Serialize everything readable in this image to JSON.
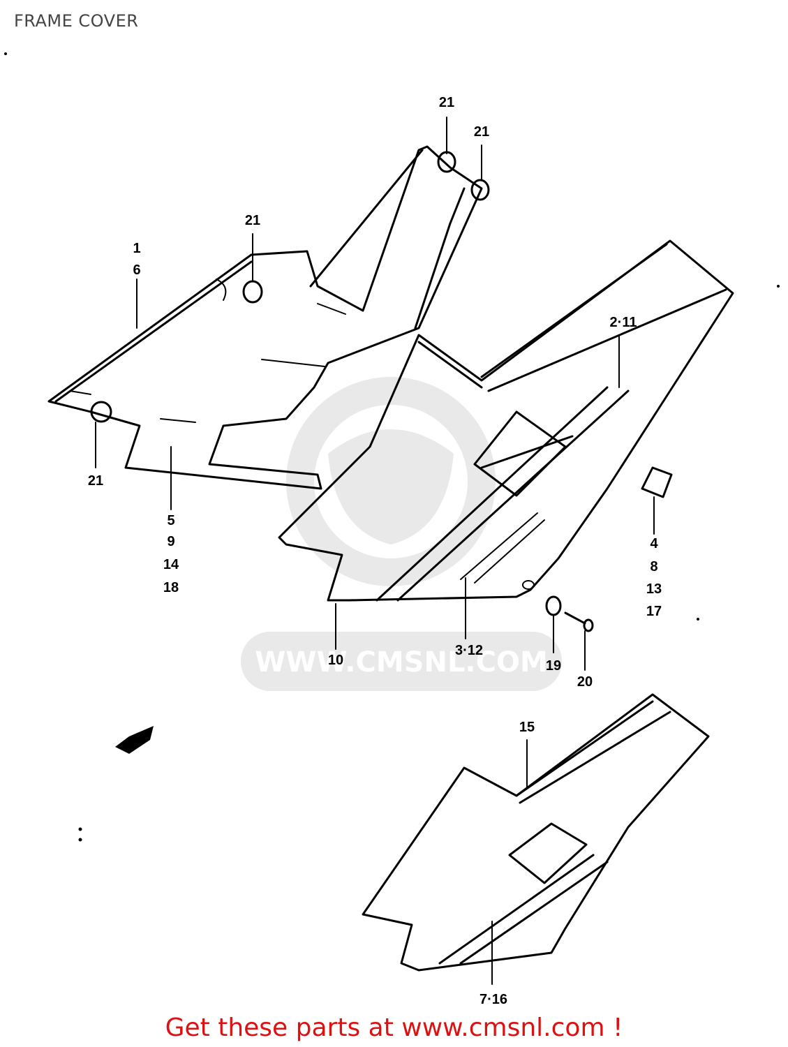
{
  "title": "FRAME COVER",
  "watermark": "WWW.CMSNL.COM",
  "footer": "Get these parts at www.cmsnl.com !",
  "callouts": {
    "c21a": "21",
    "c21b": "21",
    "c21c": "21",
    "c21d": "21",
    "c1": "1",
    "c6": "6",
    "c2_11": "2·11",
    "c5": "5",
    "c9": "9",
    "c14": "14",
    "c18": "18",
    "c4": "4",
    "c8": "8",
    "c13": "13",
    "c17": "17",
    "c10": "10",
    "c3_12": "3·12",
    "c19": "19",
    "c20": "20",
    "c15": "15",
    "c7_16": "7·16"
  }
}
